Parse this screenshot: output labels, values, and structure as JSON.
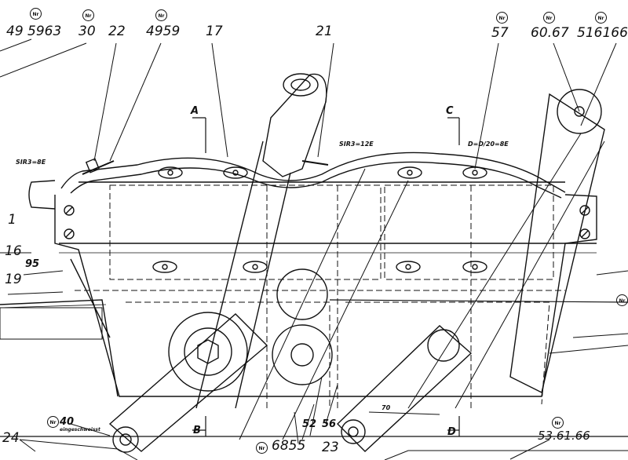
{
  "part_numbers": {
    "p_49_5963": "49 5963",
    "p_30": "30",
    "p_22": "22",
    "p_4959": "4959",
    "p_17": "17",
    "p_21": "21",
    "p_57": "57",
    "p_60_67": "60.67",
    "p_516166": "516166",
    "p_1": "1",
    "p_16": "16",
    "p_95": "95",
    "p_19": "19",
    "p_40": "40",
    "p_24": "24",
    "p_6855": "6855",
    "p_23": "23",
    "p_52": "52",
    "p_56": "56",
    "p_53_61_66": "53.61.66"
  },
  "section_labels": {
    "a": "A",
    "b": "B",
    "c": "C",
    "d": "D"
  },
  "annotations": {
    "weld_left": "SIR3=8E",
    "weld_mid": "SIR3=12E",
    "weld_right": "D=D/20=8E",
    "note_bottom": "eingeschweisst",
    "dim_70": "70"
  },
  "marker_code": "Nr"
}
